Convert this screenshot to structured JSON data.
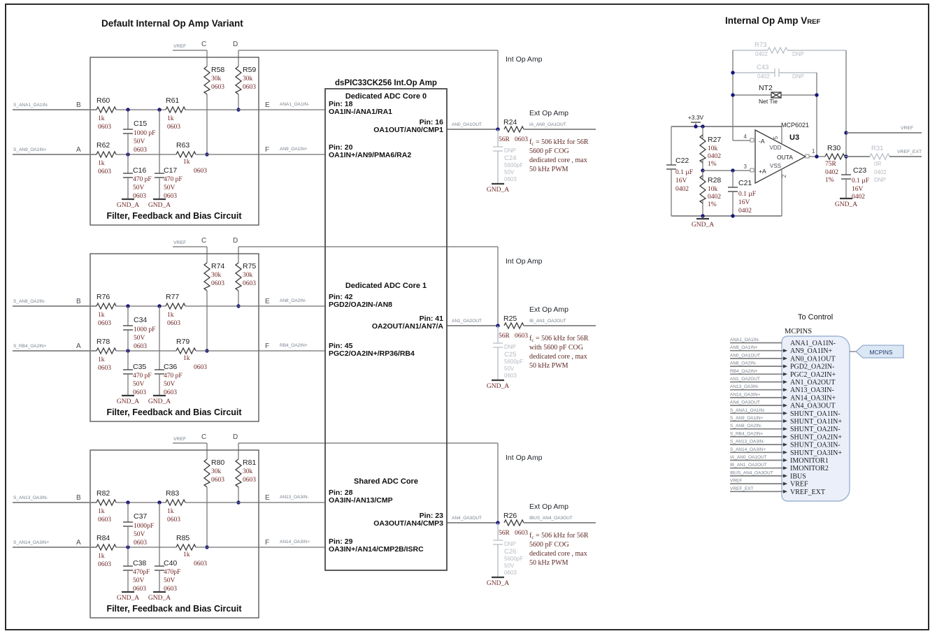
{
  "page": {
    "title1": "Default Internal Op Amp Variant",
    "title2_main": "Internal Op Amp V",
    "title2_sub": "REF"
  },
  "labels": {
    "int_op_amp": "Int Op Amp",
    "ext_op_amp": "Ext Op Amp",
    "vref_rail": "VREF",
    "gnd": "GND_A",
    "filter_caption": "Filter, Feedback and Bias Circuit",
    "dspic_title": "dsPIC33CK256 Int.Op Amp",
    "letter_a": "A",
    "letter_b": "B",
    "letter_c": "C",
    "letter_d": "D",
    "letter_e": "E",
    "letter_f": "F"
  },
  "groups": [
    {
      "core_title": "Dedicated ADC Core 0",
      "pin_minus": {
        "pin": "Pin: 18",
        "label": "OA1IN-/ANA1/RA1"
      },
      "pin_out": {
        "pin": "Pin: 16",
        "label": "OA1OUT/AN0/CMP1"
      },
      "pin_plus": {
        "pin": "Pin: 20",
        "label": "OA1IN+/AN9/PMA6/RA2"
      },
      "in_b_net": "S_ANA1_OA1IN-",
      "in_a_net": "S_AN9_OA1IN+",
      "e_net": "ANA1_OA1IN-",
      "f_net": "AN9_OA1IN+",
      "r_fb_left": {
        "ref": "R58",
        "val": "30k",
        "pkg": "0603"
      },
      "r_fb_right": {
        "ref": "R59",
        "val": "30k",
        "pkg": "0603"
      },
      "r_b_in": {
        "ref": "R60",
        "val": "1k",
        "pkg": "0603"
      },
      "r_b_mid": {
        "ref": "R61",
        "val": "1k",
        "pkg": "0603"
      },
      "r_a_in": {
        "ref": "R62",
        "val": "1k",
        "pkg": "0603"
      },
      "r_a_mid": {
        "ref": "R63",
        "val": "1k",
        "pkg": "0603"
      },
      "c_diff": {
        "ref": "C15",
        "val": "1000 pF",
        "volt": "50V",
        "pkg": "0603"
      },
      "c_a": {
        "ref": "C16",
        "val": "470 pF",
        "volt": "50V",
        "pkg": "0603"
      },
      "c_b": {
        "ref": "C17",
        "val": "470 pF",
        "volt": "50V",
        "pkg": "0603"
      },
      "out_net": "AN0_OA1OUT",
      "r_out": {
        "ref": "R24",
        "val": "56R",
        "pkg": "0603"
      },
      "ext_net": "IA_AN0_OA1OUT",
      "c_dnp": {
        "dnp": "DNP",
        "ref": "C24",
        "val": "5600pF",
        "volt": "50V",
        "pkg": "0603"
      },
      "note": {
        "f": "f",
        "sub": "c",
        "rest": " =  506 kHz for 56R",
        "l2": "5600 pF COG",
        "l3": "dedicated core , max",
        "l4": "50 kHz PWM"
      }
    },
    {
      "core_title": "Dedicated ADC Core 1",
      "pin_minus": {
        "pin": "Pin: 42",
        "label": "PGD2/OA2IN-/AN8"
      },
      "pin_out": {
        "pin": "Pin: 41",
        "label": "OA2OUT/AN1/AN7/A"
      },
      "pin_plus": {
        "pin": "Pin: 45",
        "label": "PGC2/OA2IN+/RP36/RB4"
      },
      "in_b_net": "S_AN8_OA2IN-",
      "in_a_net": "S_RB4_OA2IN+",
      "e_net": "AN8_OA2IN-",
      "f_net": "RB4_OA2IN+",
      "r_fb_left": {
        "ref": "R74",
        "val": "30k",
        "pkg": "0603"
      },
      "r_fb_right": {
        "ref": "R75",
        "val": "30k",
        "pkg": "0603"
      },
      "r_b_in": {
        "ref": "R76",
        "val": "1k",
        "pkg": "0603"
      },
      "r_b_mid": {
        "ref": "R77",
        "val": "1k",
        "pkg": "0603"
      },
      "r_a_in": {
        "ref": "R78",
        "val": "1k",
        "pkg": "0603"
      },
      "r_a_mid": {
        "ref": "R79",
        "val": "1k",
        "pkg": "0603"
      },
      "c_diff": {
        "ref": "C34",
        "val": "1000 pF",
        "volt": "50V",
        "pkg": "0603"
      },
      "c_a": {
        "ref": "C35",
        "val": "470 pF",
        "volt": "50V",
        "pkg": "0603"
      },
      "c_b": {
        "ref": "C36",
        "val": "470 pF",
        "volt": "50V",
        "pkg": "0603"
      },
      "out_net": "AN1_OA2OUT",
      "r_out": {
        "ref": "R25",
        "val": "56R",
        "pkg": "0603"
      },
      "ext_net": "IB_AN1_OA2OUT",
      "c_dnp": {
        "dnp": "DNP",
        "ref": "C25",
        "val": "5600pF",
        "volt": "50V",
        "pkg": "0603"
      },
      "note": {
        "f": "f",
        "sub": "c",
        "rest": " =  506 kHz for 56R",
        "l2": "with 5600 pF COG",
        "l3": "dedicated core , max",
        "l4": "50 kHz PWM"
      }
    },
    {
      "core_title": "Shared ADC Core",
      "pin_minus": {
        "pin": "Pin: 28",
        "label": "OA3IN-/AN13/CMP"
      },
      "pin_out": {
        "pin": "Pin: 23",
        "label": "OA3OUT/AN4/CMP3"
      },
      "pin_plus": {
        "pin": "Pin: 29",
        "label": "OA3IN+/AN14/CMP2B/ISRC"
      },
      "in_b_net": "S_AN13_OA3IN-",
      "in_a_net": "S_AN14_OA3IN+",
      "e_net": "AN13_OA3IN-",
      "f_net": "AN14_OA3IN+",
      "r_fb_left": {
        "ref": "R80",
        "val": "30k",
        "pkg": "0603"
      },
      "r_fb_right": {
        "ref": "R81",
        "val": "30k",
        "pkg": "0603"
      },
      "r_b_in": {
        "ref": "R82",
        "val": "1k",
        "pkg": "0603"
      },
      "r_b_mid": {
        "ref": "R83",
        "val": "1k",
        "pkg": "0603"
      },
      "r_a_in": {
        "ref": "R84",
        "val": "1k",
        "pkg": "0603"
      },
      "r_a_mid": {
        "ref": "R85",
        "val": "1k",
        "pkg": "0603"
      },
      "c_diff": {
        "ref": "C37",
        "val": "1000pF",
        "volt": "50V",
        "pkg": "0603"
      },
      "c_a": {
        "ref": "C38",
        "val": "470pF",
        "volt": "50V",
        "pkg": "0603"
      },
      "c_b": {
        "ref": "C40",
        "val": "470pF",
        "volt": "50V",
        "pkg": "0603"
      },
      "out_net": "AN4_OA3OUT",
      "r_out": {
        "ref": "R26",
        "val": "56R",
        "pkg": "0603"
      },
      "ext_net": "IBUS_AN4_OA3OUT",
      "c_dnp": {
        "dnp": "DNP",
        "ref": "C26",
        "val": "5600pF",
        "volt": "50V",
        "pkg": "0603"
      },
      "note": {
        "f": "f",
        "sub": "c",
        "rest": " =  506 kHz for 56R",
        "l2": "5600 pF COG",
        "l3": "dedicated core , max",
        "l4": "50 kHz PWM"
      }
    }
  ],
  "vref_gen": {
    "power": "+3.3V",
    "r73": {
      "ref": "R73",
      "pkg": "0402",
      "dnp": "DNP"
    },
    "c43": {
      "ref": "C43",
      "pkg": "0402",
      "dnp": "DNP"
    },
    "nt2": {
      "ref": "NT2",
      "label": "Net Tie"
    },
    "u3": {
      "part": "MCP6021",
      "ref": "U3",
      "pin4": "4",
      "pin3": "3",
      "pin5": "5",
      "pin2": "2",
      "pin1": "1",
      "in_minus": "-A",
      "in_plus": "+A",
      "vdd": "VDD",
      "vss": "VSS",
      "out": "OUTA"
    },
    "r27": {
      "ref": "R27",
      "val": "10k",
      "pkg": "0402",
      "tol": "1%"
    },
    "r28": {
      "ref": "R28",
      "val": "10k",
      "pkg": "0402",
      "tol": "1%"
    },
    "c22": {
      "ref": "C22",
      "val": "0.1 µF",
      "volt": "16V",
      "pkg": "0402"
    },
    "c21": {
      "ref": "C21",
      "val": "0.1 µF",
      "volt": "16V",
      "pkg": "0402"
    },
    "r30": {
      "ref": "R30",
      "val": "75R",
      "pkg": "0402",
      "tol": "1%"
    },
    "r31": {
      "ref": "R31",
      "val": "0R",
      "pkg": "0402",
      "dnp": "DNP"
    },
    "c23": {
      "ref": "C23",
      "val": "0.1 µF",
      "volt": "16V",
      "pkg": "0402"
    },
    "net_vref": "VREF",
    "net_vref_ext": "VREF_EXT"
  },
  "control": {
    "heading": "To Control",
    "header": "MCPINS",
    "tag": "MCPINS",
    "rows": [
      {
        "net": "ANA1_OA1IN-",
        "pin": "ANA1_OA1IN-"
      },
      {
        "net": "AN9_OA1IN+",
        "pin": "AN9_OA1IN+"
      },
      {
        "net": "AN0_OA1OUT",
        "pin": "AN0_OA1OUT"
      },
      {
        "net": "AN8_OA2IN-",
        "pin": "PGD2_OA2IN-"
      },
      {
        "net": "RB4_OA2IN+",
        "pin": "PGC2_OA2IN+"
      },
      {
        "net": "AN1_OA2OUT",
        "pin": "AN1_OA2OUT"
      },
      {
        "net": "AN13_OA3IN-",
        "pin": "AN13_OA3IN-"
      },
      {
        "net": "AN14_OA3IN+",
        "pin": "AN14_OA3IN+"
      },
      {
        "net": "AN4_OA3OUT",
        "pin": "AN4_OA3OUT"
      },
      {
        "net": "S_ANA1_OA1IN-",
        "pin": "SHUNT_OA1IN-"
      },
      {
        "net": "S_AN9_OA1IN+",
        "pin": "SHUNT_OA1IN+"
      },
      {
        "net": "S_AN8_OA2IN-",
        "pin": "SHUNT_OA2IN-"
      },
      {
        "net": "S_RB4_OA2IN+",
        "pin": "SHUNT_OA2IN+"
      },
      {
        "net": "S_AN13_OA3IN-",
        "pin": "SHUNT_OA3IN-"
      },
      {
        "net": "S_AN14_OA3IN+",
        "pin": "SHUNT_OA3IN+"
      },
      {
        "net": "IA_AN0_OA1OUT",
        "pin": "IMONITOR1"
      },
      {
        "net": "IB_AN1_OA2OUT",
        "pin": "IMONITOR2"
      },
      {
        "net": "IBUS_AN4_OA3OUT",
        "pin": "IBUS"
      },
      {
        "net": "VREF",
        "pin": "VREF"
      },
      {
        "net": "VREF_EXT",
        "pin": "VREF_EXT"
      }
    ]
  }
}
